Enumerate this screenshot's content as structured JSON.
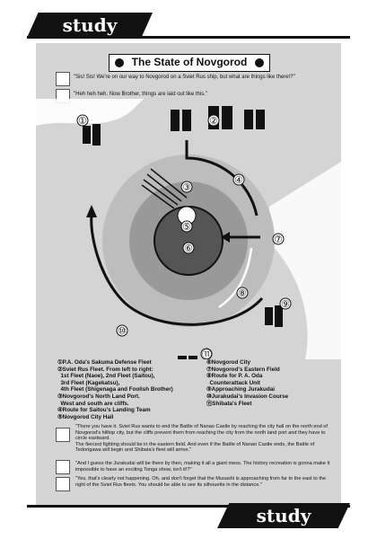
{
  "banner_top": "study",
  "banner_bottom": "study",
  "title": "The State of Novgorod",
  "intro_dialogue": [
    "\"Sis! Sis! We're on our way to Novgorod on a Sviet Rus ship, but what are things like there!?\"",
    "\"Heh heh heh. Now Brother, things are laid out like this.\""
  ],
  "map_markers": [
    "①",
    "②",
    "③",
    "④",
    "⑤",
    "⑥",
    "⑦",
    "⑧",
    "⑨",
    "⑩",
    "⑪"
  ],
  "legend_left": [
    "①P.A. Oda's Sakuma Defense Fleet",
    "②Sviet Rus Fleet. From left to right:",
    "  1st Fleet (Naoe), 2nd Fleet (Saitou),",
    "  3rd Fleet (Kagekatsu),",
    "  4th Fleet (Shigenaga and Foolish Brother)",
    "③Novgorod's North Land Port.",
    "  West and south are cliffs.",
    "④Route for Saitou's Landing Team",
    "⑤Novgorod City Hall"
  ],
  "legend_right": [
    "⑥Novgorod City",
    "⑦Novgorod's Eastern Field",
    "⑧Route for P. A. Oda",
    "  Counterattack Unit",
    "⑨Approaching Jurakudai",
    "⑩Jurakudai's Invasion Course",
    "⑪Shibata's Fleet"
  ],
  "bottom_dialogue": [
    "\"There you have it. Sviet Rus wants to end the Battle of Nanao Castle by reaching the city hall on the north end of Novgorod's hilltop city, but the cliffs prevent them from reaching the city from the north land port and they have to circle eastward.\n   The fiercest fighting should be in the eastern field. And even if the Battle of Nanao Castle ends, the Battle of Tedorigawa will begin and Shibata's fleet will arrive.\"",
    "\"And I guess the Jurakudai will be there by then, making it all a giant mess. The history recreation is gonna make it impossible to have an exciting Tonga show, isn't it!?\"",
    "\"Yes, that's clearly not happening. Oh, and don't forget that the Musashi is approaching from far to the east to the right of the Sviet Rus fleets. You should be able to see its silhouette in the distance.\""
  ],
  "colors": {
    "panel": "#d4d4d4",
    "outer_ring": "#bdbdbd",
    "mid_ring": "#999999",
    "city": "#555555",
    "ink": "#111111"
  }
}
